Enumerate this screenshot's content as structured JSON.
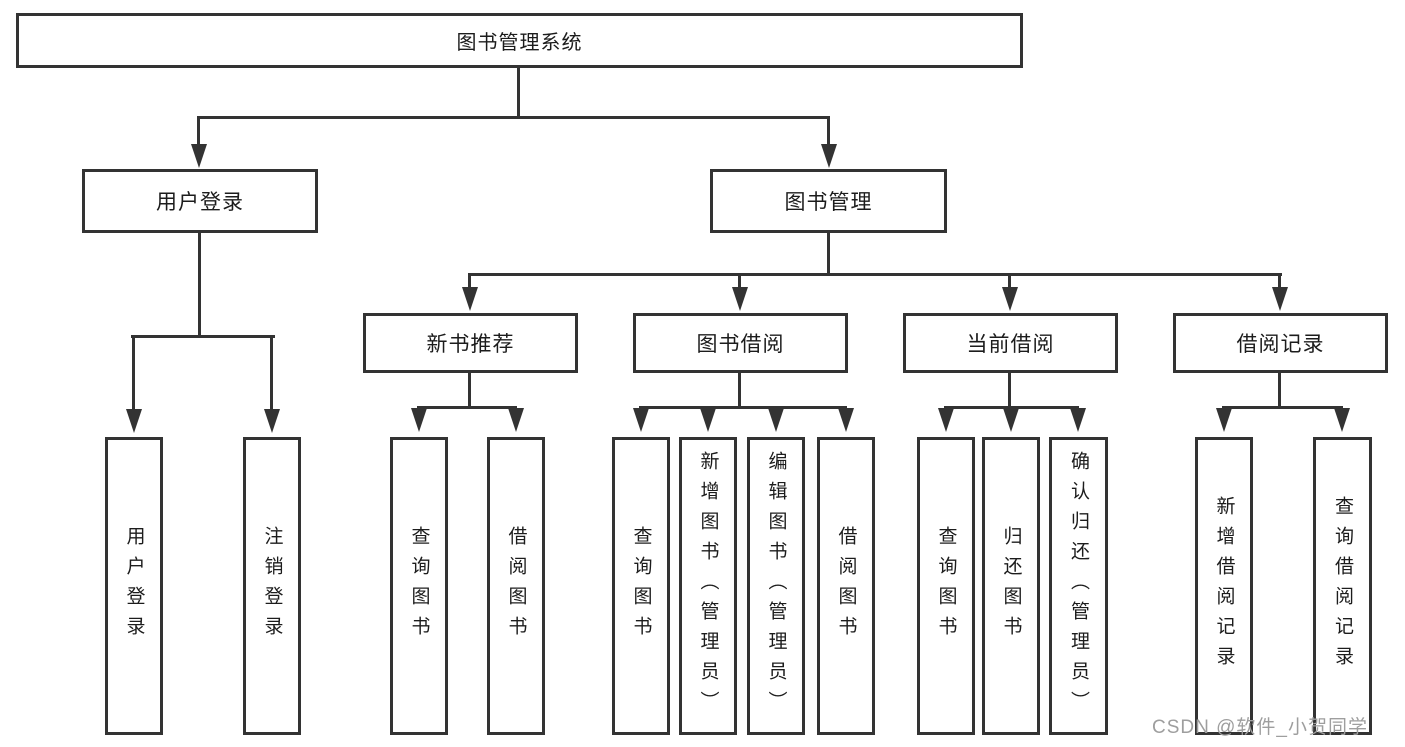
{
  "colors": {
    "line": "#333333",
    "text": "#1c1c1c",
    "background": "#ffffff",
    "watermark": "#9e9e9e"
  },
  "watermark": {
    "text": "CSDN @软件_小贺同学"
  },
  "diagram": {
    "type": "hierarchy-tree",
    "root": {
      "label": "图书管理系统"
    },
    "level2": [
      {
        "label": "用户登录",
        "children": [
          {
            "label": "用户登录"
          },
          {
            "label": "注销登录"
          }
        ]
      },
      {
        "label": "图书管理",
        "children": [
          {
            "label": "新书推荐",
            "children": [
              {
                "label": "查询图书"
              },
              {
                "label": "借阅图书"
              }
            ]
          },
          {
            "label": "图书借阅",
            "children": [
              {
                "label": "查询图书"
              },
              {
                "label": "新增图书（管理员）"
              },
              {
                "label": "编辑图书（管理员）"
              },
              {
                "label": "借阅图书"
              }
            ]
          },
          {
            "label": "当前借阅",
            "children": [
              {
                "label": "查询图书"
              },
              {
                "label": "归还图书"
              },
              {
                "label": "确认归还（管理员）"
              }
            ]
          },
          {
            "label": "借阅记录",
            "children": [
              {
                "label": "新增借阅记录"
              },
              {
                "label": "查询借阅记录"
              }
            ]
          }
        ]
      }
    ]
  }
}
